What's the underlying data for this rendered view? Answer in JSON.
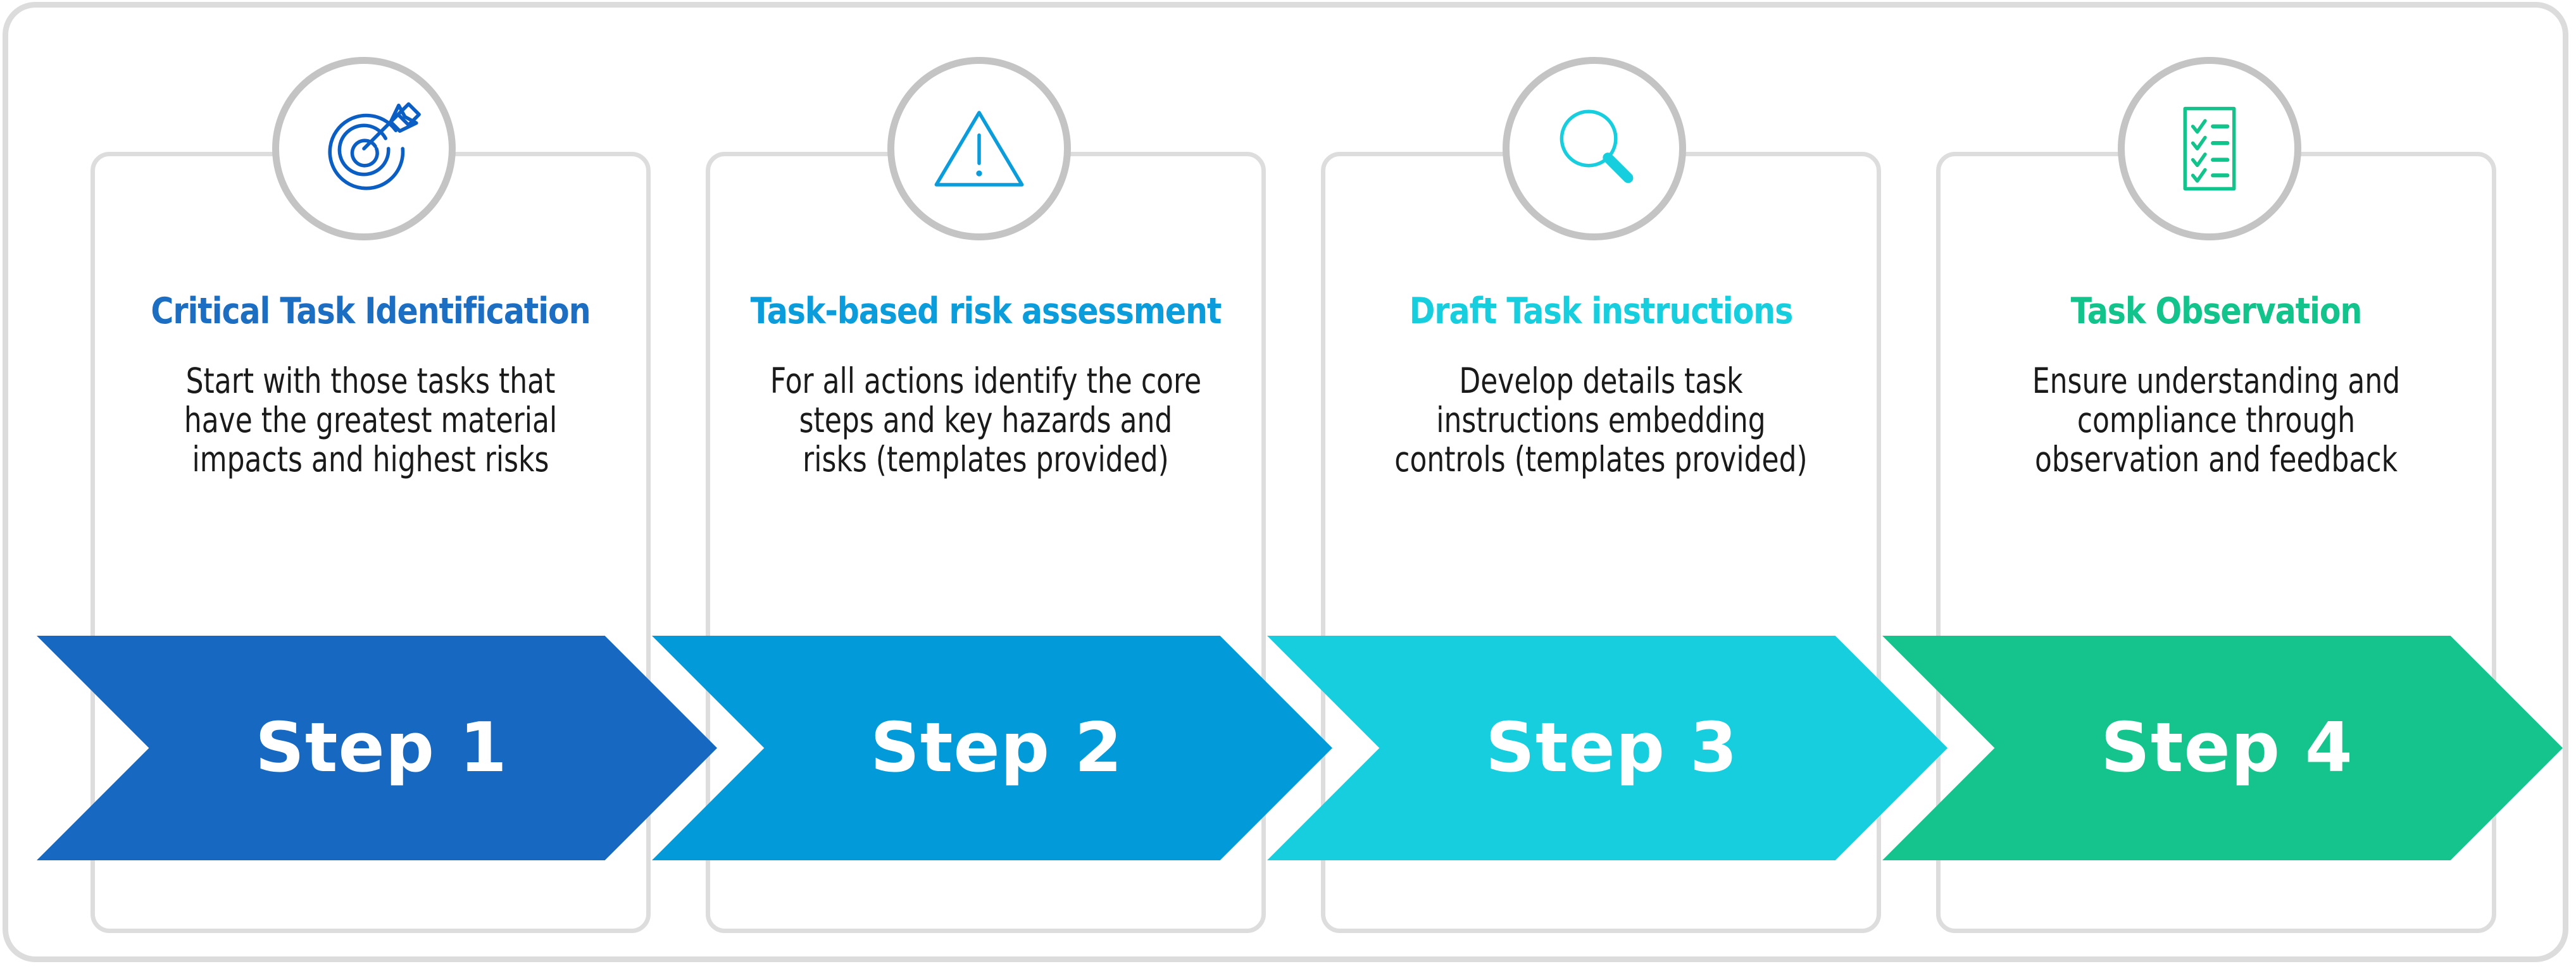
{
  "diagram": {
    "title": "Four step critical task management process",
    "frame_border_color": "#dcdcdc",
    "card_border_color": "#dddddd",
    "icon_ring_color": "#c4c4c4",
    "steps": [
      {
        "title": "Critical Task Identification",
        "body": "Start with those tasks that have the greatest material impacts and highest risks",
        "step_label": "Step 1",
        "color": "#1b6ec2",
        "chevron_color": "#1668c0",
        "icon": "target-arrow-icon"
      },
      {
        "title": "Task-based risk assessment",
        "body": "For all actions identify the core steps and key hazards and risks (templates provided)",
        "step_label": "Step 2",
        "color": "#0b9cdb",
        "chevron_color": "#029ad8",
        "icon": "warning-triangle-icon"
      },
      {
        "title": "Draft Task instructions",
        "body": "Develop details task instructions embedding controls (templates provided)",
        "step_label": "Step 3",
        "color": "#16cede",
        "chevron_color": "#16cede",
        "icon": "magnifying-glass-icon"
      },
      {
        "title": "Task Observation",
        "body": "Ensure understanding and compliance through observation and feedback",
        "step_label": "Step 4",
        "color": "#12c48b",
        "chevron_color": "#15c48d",
        "icon": "checklist-clipboard-icon"
      }
    ]
  }
}
